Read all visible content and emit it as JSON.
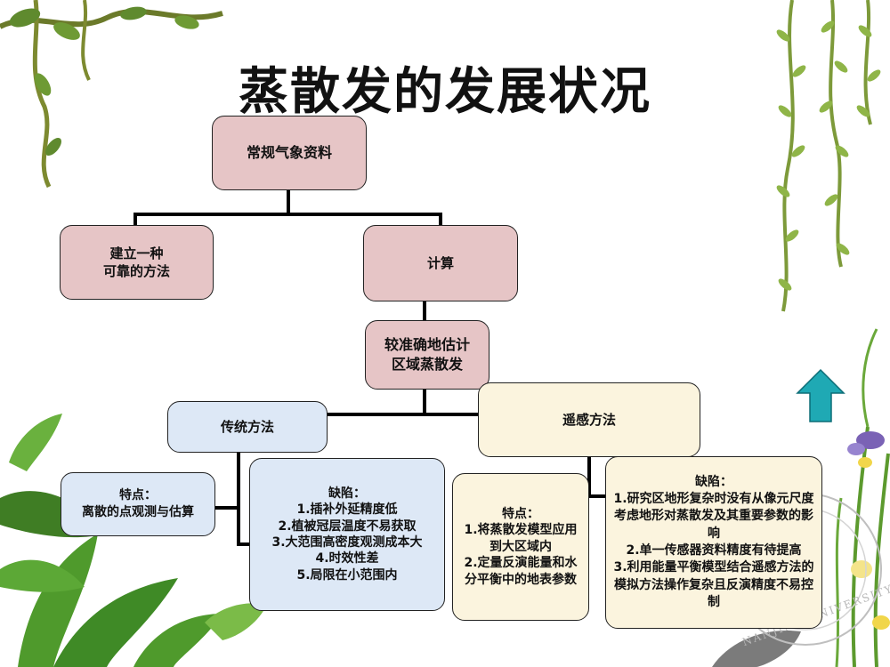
{
  "title": "蒸散发的发展状况",
  "nodes": {
    "root": "常规气象资料",
    "reliable": "建立一种\n可靠的方法",
    "compute": "计算",
    "estimate": "较准确地估计\n区域蒸散发",
    "traditional": "传统方法",
    "remote": "遥感方法",
    "trad_feature": "特点：\n离散的点观测与估算",
    "trad_defect": "缺陷：\n1.插补外延精度低\n2.植被冠层温度不易获取\n3.大范围高密度观测成本大\n4.时效性差\n5.局限在小范围内",
    "rs_feature": "特点：\n1.将蒸散发模型应用到大区域内\n2.定量反演能量和水分平衡中的地表参数",
    "rs_defect": "缺陷：\n1.研究区地形复杂时没有从像元尺度考虑地形对蒸散发及其重要参数的影响\n2.单一传感器资料精度有待提高\n3.利用能量平衡模型结合遥感方法的模拟方法操作复杂且反演精度不易控制"
  },
  "colors": {
    "pink": "#e6c5c6",
    "blue": "#dde8f6",
    "cream": "#fbf4de",
    "arrow": "#1fa9b4"
  },
  "watermark": "NANJING UNIVERSITY"
}
